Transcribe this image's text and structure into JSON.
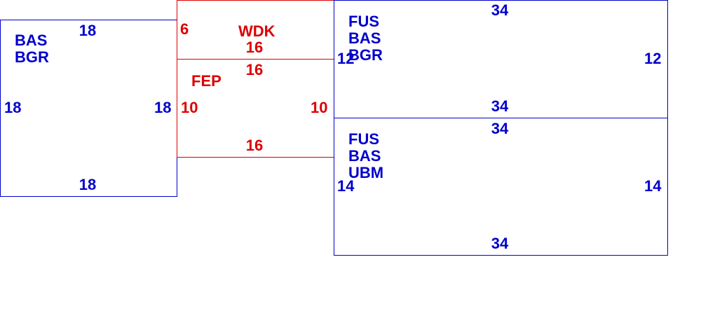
{
  "colors": {
    "blue": "#0000cc",
    "red": "#dd0000"
  },
  "rooms": {
    "left": {
      "codes": [
        "BAS",
        "BGR"
      ],
      "top": "18",
      "bottom": "18",
      "left": "18",
      "right": "18"
    },
    "wdk": {
      "code": "WDK",
      "left": "6",
      "bottom": "16"
    },
    "fep": {
      "code": "FEP",
      "top": "16",
      "bottom": "16",
      "left": "10",
      "right": "10"
    },
    "upper_right": {
      "codes": [
        "FUS",
        "BAS",
        "BGR"
      ],
      "top": "34",
      "bottom": "34",
      "left": "12",
      "right": "12"
    },
    "lower_right": {
      "codes": [
        "FUS",
        "BAS",
        "UBM"
      ],
      "top": "34",
      "bottom": "34",
      "left": "14",
      "right": "14"
    }
  }
}
